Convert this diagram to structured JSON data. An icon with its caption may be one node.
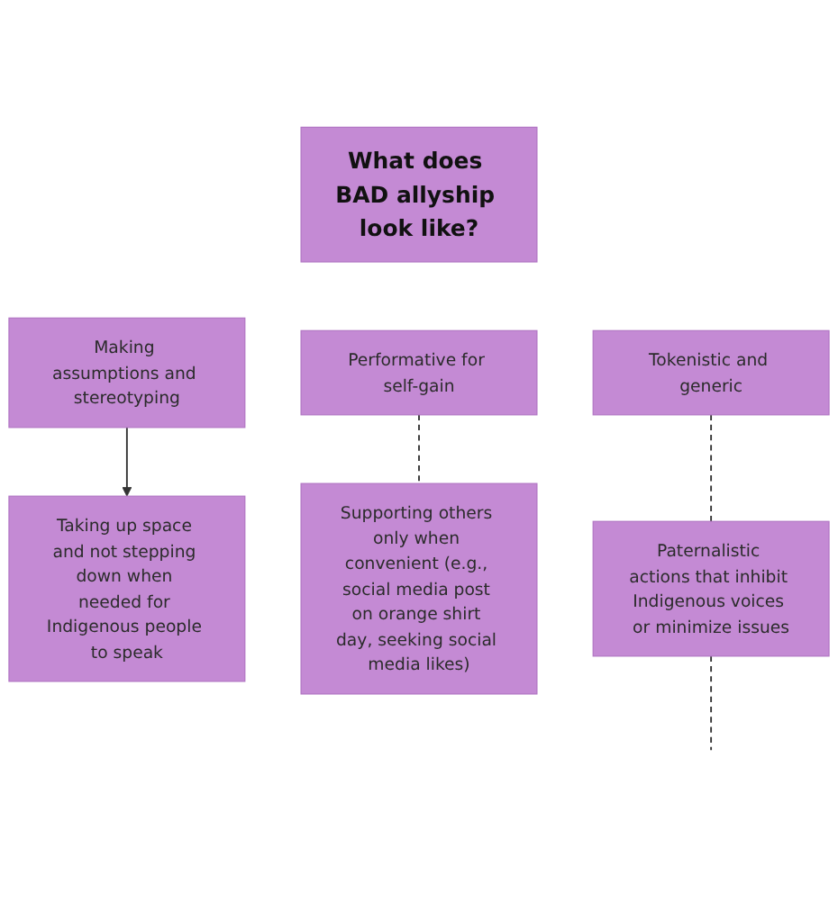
{
  "diagram": {
    "nodes": [
      {
        "text": [
          "What does BAD allyship look like?"
        ]
      },
      {
        "text": [
          "Performative for self-gain"
        ]
      },
      {
        "text": [
          "Tokenistic and generic"
        ]
      },
      {
        "text": [
          "Taking up space and not stepping down when needed for Indigenous people to speak"
        ]
      },
      {
        "text": [
          "Supporting others only when convenient (e.g., social media post on orange shirt day, seeking social media likes)"
        ]
      },
      {
        "text": [
          "Paternalistic actions that inhibit Indigenous voices or minimize issues"
        ]
      },
      {
        "text": [
          "Making assumptions and stereotyping"
        ]
      }
    ],
    "edges": [
      {
        "from": 1,
        "to": 4,
        "arrow": "none",
        "style": "dashed"
      },
      {
        "from": 2,
        "to": 5,
        "arrow": "none",
        "style": "dashed"
      },
      {
        "from": 6,
        "to": 3,
        "arrow": "to"
      },
      {
        "from": 5,
        "to": null,
        "arrow": "none",
        "style": "dashed"
      }
    ]
  }
}
